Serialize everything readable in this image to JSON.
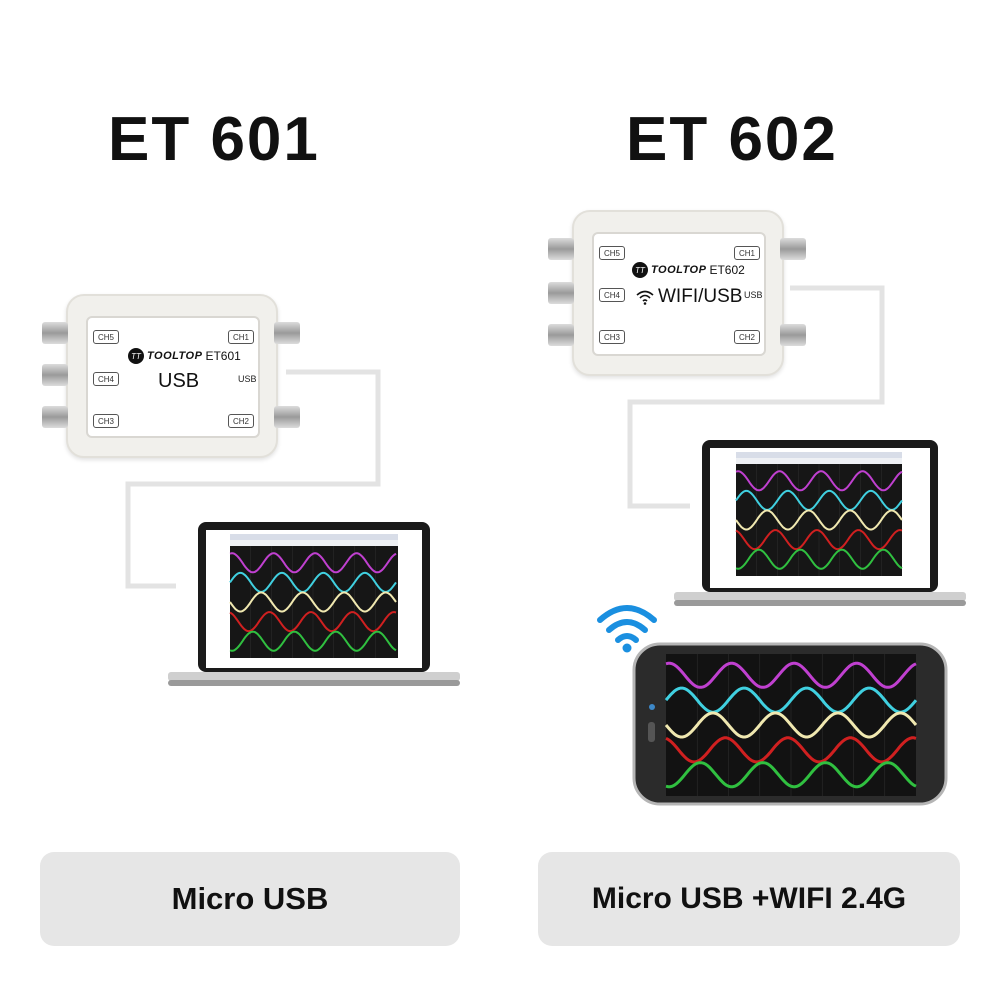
{
  "left": {
    "title": "ET 601",
    "brand": "TOOLTOP",
    "model": "ET601",
    "mode_label": "USB",
    "usb_port_label": "USB",
    "channels": {
      "ch1": "CH1",
      "ch2": "CH2",
      "ch3": "CH3",
      "ch4": "CH4",
      "ch5": "CH5"
    },
    "connection_label": "Micro USB"
  },
  "right": {
    "title": "ET 602",
    "brand": "TOOLTOP",
    "model": "ET602",
    "mode_label": "WIFI/USB",
    "usb_port_label": "USB",
    "channels": {
      "ch1": "CH1",
      "ch2": "CH2",
      "ch3": "CH3",
      "ch4": "CH4",
      "ch5": "CH5"
    },
    "connection_label": "Micro USB +WIFI 2.4G"
  },
  "waveform_colors": [
    "#c040d0",
    "#40d0e0",
    "#f0e8b0",
    "#d02020",
    "#30c040"
  ],
  "icons": [
    "wifi-icon",
    "brand-logo-icon"
  ]
}
